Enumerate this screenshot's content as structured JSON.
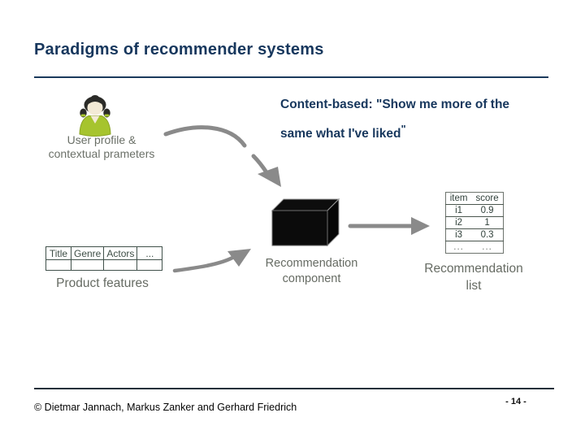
{
  "title": "Paradigms of recommender systems",
  "bullet": {
    "line1": "Content-based: \"Show me more of the",
    "line2": "same what I've liked",
    "closing_quote": "\""
  },
  "user_profile": {
    "icon": "user-person-icon",
    "label_line1": "User profile &",
    "label_line2": "contextual prameters"
  },
  "product_features": {
    "headers": [
      "Title",
      "Genre",
      "Actors",
      "..."
    ],
    "label": "Product features"
  },
  "component": {
    "icon": "black-3d-box-icon",
    "label_line1": "Recommendation",
    "label_line2": "component"
  },
  "recommendation_list": {
    "headers": [
      "item",
      "score"
    ],
    "rows": [
      [
        "i1",
        "0.9"
      ],
      [
        "i2",
        "1"
      ],
      [
        "i3",
        "0.3"
      ],
      [
        "...",
        "..."
      ]
    ],
    "label_line1": "Recommendation",
    "label_line2": "list"
  },
  "arrows": {
    "icon": "curved-gray-flow-arrow",
    "color": "#8a8a8a"
  },
  "footer": {
    "copyright": "© Dietmar Jannach, Markus Zanker and Gerhard Friedrich",
    "page_number": "- 14 -"
  },
  "colors": {
    "title_navy": "#17375D",
    "label_gray": "#666b63",
    "table_green": "#41514b",
    "box_black": "#0b0b0b",
    "arrow_gray": "#8a8a8a"
  }
}
